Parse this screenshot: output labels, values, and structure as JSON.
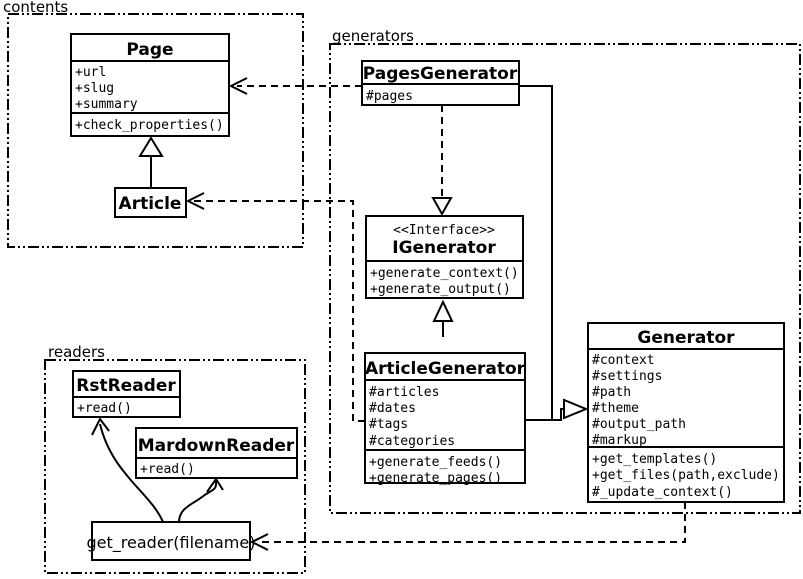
{
  "colors": {
    "line": "#000000",
    "background": "#ffffff",
    "box_fill": "#ffffff"
  },
  "packages": {
    "contents": {
      "label": "contents"
    },
    "generators": {
      "label": "generators"
    },
    "readers": {
      "label": "readers"
    }
  },
  "classes": {
    "page": {
      "name": "Page",
      "attributes": [
        "+url",
        "+slug",
        "+summary"
      ],
      "methods": [
        "+check_properties()"
      ]
    },
    "article": {
      "name": "Article"
    },
    "pages_generator": {
      "name": "PagesGenerator",
      "attributes": [
        "#pages"
      ]
    },
    "igenerator": {
      "stereotype": "<<Interface>>",
      "name": "IGenerator",
      "methods": [
        "+generate_context()",
        "+generate_output()"
      ]
    },
    "article_generator": {
      "name": "ArticleGenerator",
      "attributes": [
        "#articles",
        "#dates",
        "#tags",
        "#categories"
      ],
      "methods": [
        "+generate_feeds()",
        "+generate_pages()"
      ]
    },
    "generator": {
      "name": "Generator",
      "attributes": [
        "#context",
        "#settings",
        "#path",
        "#theme",
        "#output_path",
        "#markup"
      ],
      "methods": [
        "+get_templates()",
        "+get_files(path,exclude)",
        "#_update_context()"
      ]
    },
    "rst_reader": {
      "name": "RstReader",
      "methods": [
        "+read()"
      ]
    },
    "mardown_reader": {
      "name": "MardownReader",
      "methods": [
        "+read()"
      ]
    },
    "get_reader": {
      "label": "get_reader(filename)"
    }
  },
  "relationships": [
    {
      "from": "Article",
      "to": "Page",
      "type": "generalization"
    },
    {
      "from": "PagesGenerator",
      "to": "Page",
      "type": "dependency"
    },
    {
      "from": "PagesGenerator",
      "to": "IGenerator",
      "type": "realization"
    },
    {
      "from": "ArticleGenerator",
      "to": "IGenerator",
      "type": "generalization"
    },
    {
      "from": "ArticleGenerator",
      "to": "Article",
      "type": "dependency"
    },
    {
      "from": "PagesGenerator",
      "to": "Generator",
      "type": "generalization"
    },
    {
      "from": "ArticleGenerator",
      "to": "Generator",
      "type": "generalization"
    },
    {
      "from": "Generator",
      "to": "get_reader(filename)",
      "type": "dependency"
    },
    {
      "from": "get_reader(filename)",
      "to": "RstReader",
      "type": "arrow"
    },
    {
      "from": "get_reader(filename)",
      "to": "MardownReader",
      "type": "arrow"
    }
  ]
}
